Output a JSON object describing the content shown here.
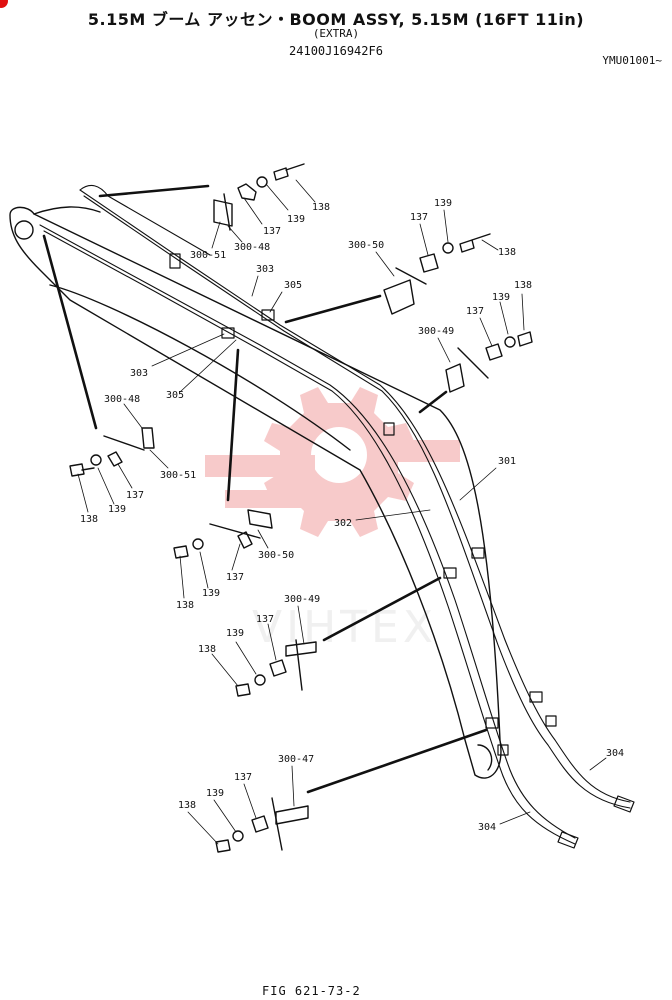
{
  "header": {
    "title": "5.15M ブーム アッセン・BOOM ASSY, 5.15M (16FT 11in)",
    "subtitle": "(EXTRA)",
    "part_number": "24100J16942F6",
    "serial_range": "YMU01001~"
  },
  "footer": {
    "figure_label": "FIG 621-73-2"
  },
  "watermark": {
    "text": "VIHTEX",
    "color": "#f2a0a0"
  },
  "callouts": [
    {
      "id": "c1",
      "text": "138"
    },
    {
      "id": "c2",
      "text": "139"
    },
    {
      "id": "c3",
      "text": "137"
    },
    {
      "id": "c4",
      "text": "300-51"
    },
    {
      "id": "c5",
      "text": "300-48"
    },
    {
      "id": "c6",
      "text": "303"
    },
    {
      "id": "c7",
      "text": "305"
    },
    {
      "id": "c8",
      "text": "300-50"
    },
    {
      "id": "c9",
      "text": "137"
    },
    {
      "id": "c10",
      "text": "139"
    },
    {
      "id": "c11",
      "text": "138"
    },
    {
      "id": "c12",
      "text": "139"
    },
    {
      "id": "c13",
      "text": "138"
    },
    {
      "id": "c14",
      "text": "137"
    },
    {
      "id": "c15",
      "text": "300-49"
    },
    {
      "id": "c16",
      "text": "303"
    },
    {
      "id": "c17",
      "text": "305"
    },
    {
      "id": "c18",
      "text": "300-48"
    },
    {
      "id": "c19",
      "text": "300-51"
    },
    {
      "id": "c20",
      "text": "137"
    },
    {
      "id": "c21",
      "text": "139"
    },
    {
      "id": "c22",
      "text": "138"
    },
    {
      "id": "c23",
      "text": "301"
    },
    {
      "id": "c24",
      "text": "302"
    },
    {
      "id": "c25",
      "text": "300-50"
    },
    {
      "id": "c26",
      "text": "137"
    },
    {
      "id": "c27",
      "text": "139"
    },
    {
      "id": "c28",
      "text": "138"
    },
    {
      "id": "c29",
      "text": "300-49"
    },
    {
      "id": "c30",
      "text": "137"
    },
    {
      "id": "c31",
      "text": "139"
    },
    {
      "id": "c32",
      "text": "138"
    },
    {
      "id": "c33",
      "text": "304"
    },
    {
      "id": "c34",
      "text": "304"
    },
    {
      "id": "c35",
      "text": "300-47"
    },
    {
      "id": "c36",
      "text": "137"
    },
    {
      "id": "c37",
      "text": "139"
    },
    {
      "id": "c38",
      "text": "138"
    }
  ]
}
